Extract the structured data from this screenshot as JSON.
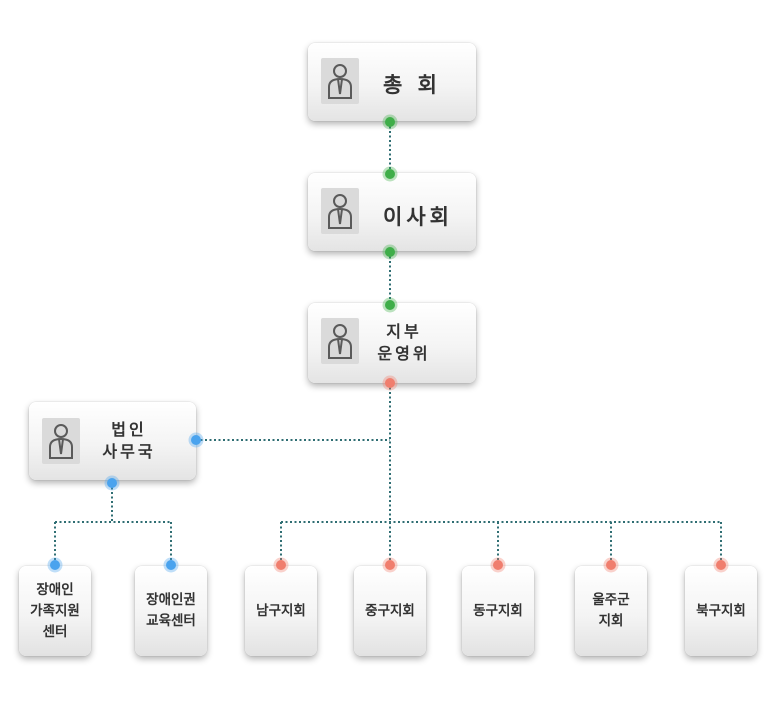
{
  "colors": {
    "green": "#3fae49",
    "red": "#f07e6e",
    "blue": "#4aa3ee",
    "connector": "#2f6e73"
  },
  "top_nodes": {
    "general_assembly": "총 회",
    "board": "이사회",
    "branch_committee": "지부\n운영위",
    "secretariat": "법인\n사무국"
  },
  "icons": {
    "person": "person-icon"
  },
  "leaves": [
    {
      "label": "장애인\n가족지원\n센터"
    },
    {
      "label": "장애인권\n교육센터"
    },
    {
      "label": "남구지회"
    },
    {
      "label": "중구지회"
    },
    {
      "label": "동구지회"
    },
    {
      "label": "울주군\n지회"
    },
    {
      "label": "북구지회"
    }
  ]
}
